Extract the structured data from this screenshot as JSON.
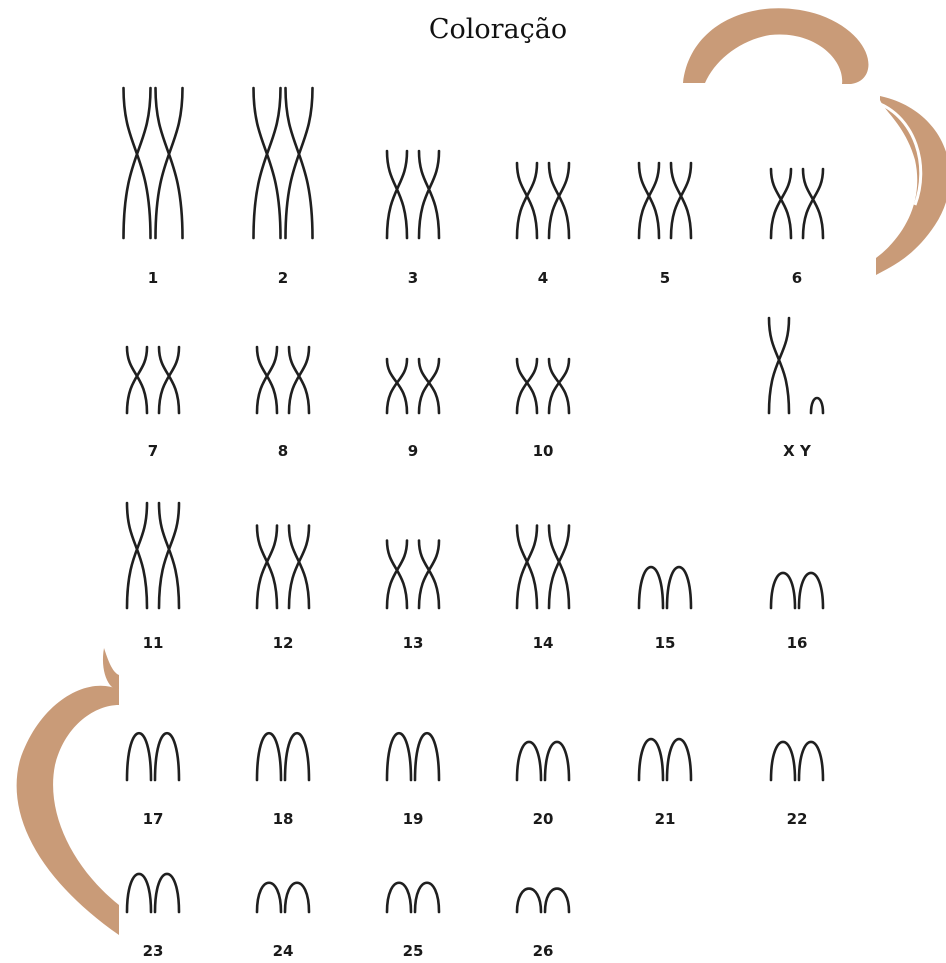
{
  "title": "Coloração",
  "colors": {
    "accent": "#c99b78",
    "ink": "#1f1f1f"
  },
  "karyotype": [
    {
      "label": "1",
      "shape": "x",
      "size": 1.0
    },
    {
      "label": "2",
      "shape": "x",
      "size": 1.0
    },
    {
      "label": "3",
      "shape": "x",
      "size": 0.58
    },
    {
      "label": "4",
      "shape": "x",
      "size": 0.5
    },
    {
      "label": "5",
      "shape": "x",
      "size": 0.5
    },
    {
      "label": "6",
      "shape": "x",
      "size": 0.46
    },
    {
      "label": "7",
      "shape": "x",
      "size": 0.44
    },
    {
      "label": "8",
      "shape": "x",
      "size": 0.44
    },
    {
      "label": "9",
      "shape": "x",
      "size": 0.36
    },
    {
      "label": "10",
      "shape": "x",
      "size": 0.36
    },
    {
      "label": "X Y",
      "shape": "xy",
      "size": 0.6
    },
    {
      "label": "11",
      "shape": "x",
      "size": 0.7
    },
    {
      "label": "12",
      "shape": "x",
      "size": 0.55
    },
    {
      "label": "13",
      "shape": "x",
      "size": 0.45
    },
    {
      "label": "14",
      "shape": "x",
      "size": 0.55
    },
    {
      "label": "15",
      "shape": "arch",
      "size": 0.28
    },
    {
      "label": "16",
      "shape": "arch",
      "size": 0.24
    },
    {
      "label": "17",
      "shape": "arch",
      "size": 0.32
    },
    {
      "label": "18",
      "shape": "arch",
      "size": 0.32
    },
    {
      "label": "19",
      "shape": "arch",
      "size": 0.32
    },
    {
      "label": "20",
      "shape": "arch",
      "size": 0.26
    },
    {
      "label": "21",
      "shape": "arch",
      "size": 0.28
    },
    {
      "label": "22",
      "shape": "arch",
      "size": 0.26
    },
    {
      "label": "23",
      "shape": "arch",
      "size": 0.26
    },
    {
      "label": "24",
      "shape": "arch",
      "size": 0.2
    },
    {
      "label": "25",
      "shape": "arch",
      "size": 0.2
    },
    {
      "label": "26",
      "shape": "arch",
      "size": 0.16
    }
  ]
}
